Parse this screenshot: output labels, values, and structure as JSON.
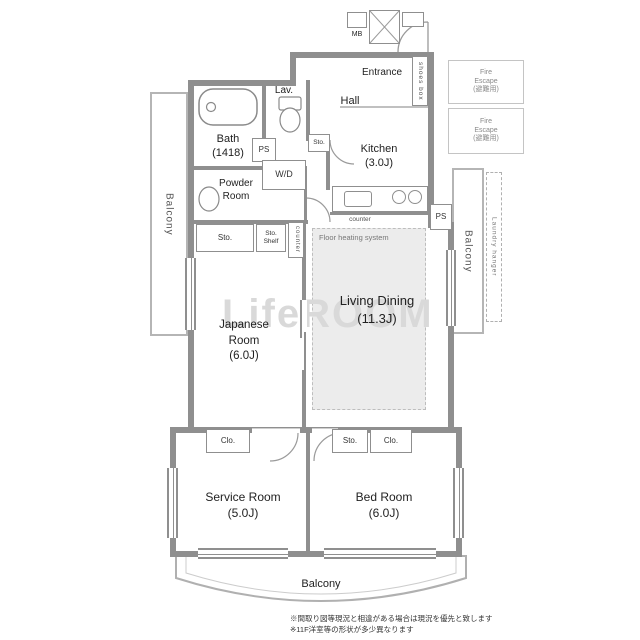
{
  "watermark": "LifeROOM",
  "rooms": {
    "bath": "Bath\n(1418)",
    "lav": "Lav.",
    "hall": "Hall",
    "entrance": "Entrance",
    "kitchen": "Kitchen\n(3.0J)",
    "powder": "Powder\nRoom",
    "japanese": "Japanese\nRoom\n(6.0J)",
    "living": "Living Dining\n(11.3J)",
    "service": "Service Room\n(5.0J)",
    "bed": "Bed Room\n(6.0J)",
    "balcony_left": "Balcony",
    "balcony_right": "Balcony",
    "balcony_bottom": "Balcony"
  },
  "fixtures": {
    "mb": "MB",
    "shoes_box": "shoes box",
    "wd": "W/D",
    "ps_bath": "PS",
    "ps_kitchen": "PS",
    "sto_hall": "Sto.",
    "sto_powder": "Sto.",
    "sto_shelf": "Sto.\nShelf",
    "counter_kitchen": "counter",
    "counter_side": "counter",
    "floor_heating": "Floor heating system",
    "clo_japanese": "Clo.",
    "sto_bed": "Sto.",
    "clo_bed": "Clo.",
    "laundry_hanger": "Laundry hanger",
    "fire_escape_upper": "Fire\nEscape\n(避難用)",
    "fire_escape_lower": "Fire\nEscape\n(避難用)"
  },
  "notes": "※間取り図等現況と相違がある場合は現況を優先と致します\n※11F洋室等の形状が多少異なります"
}
